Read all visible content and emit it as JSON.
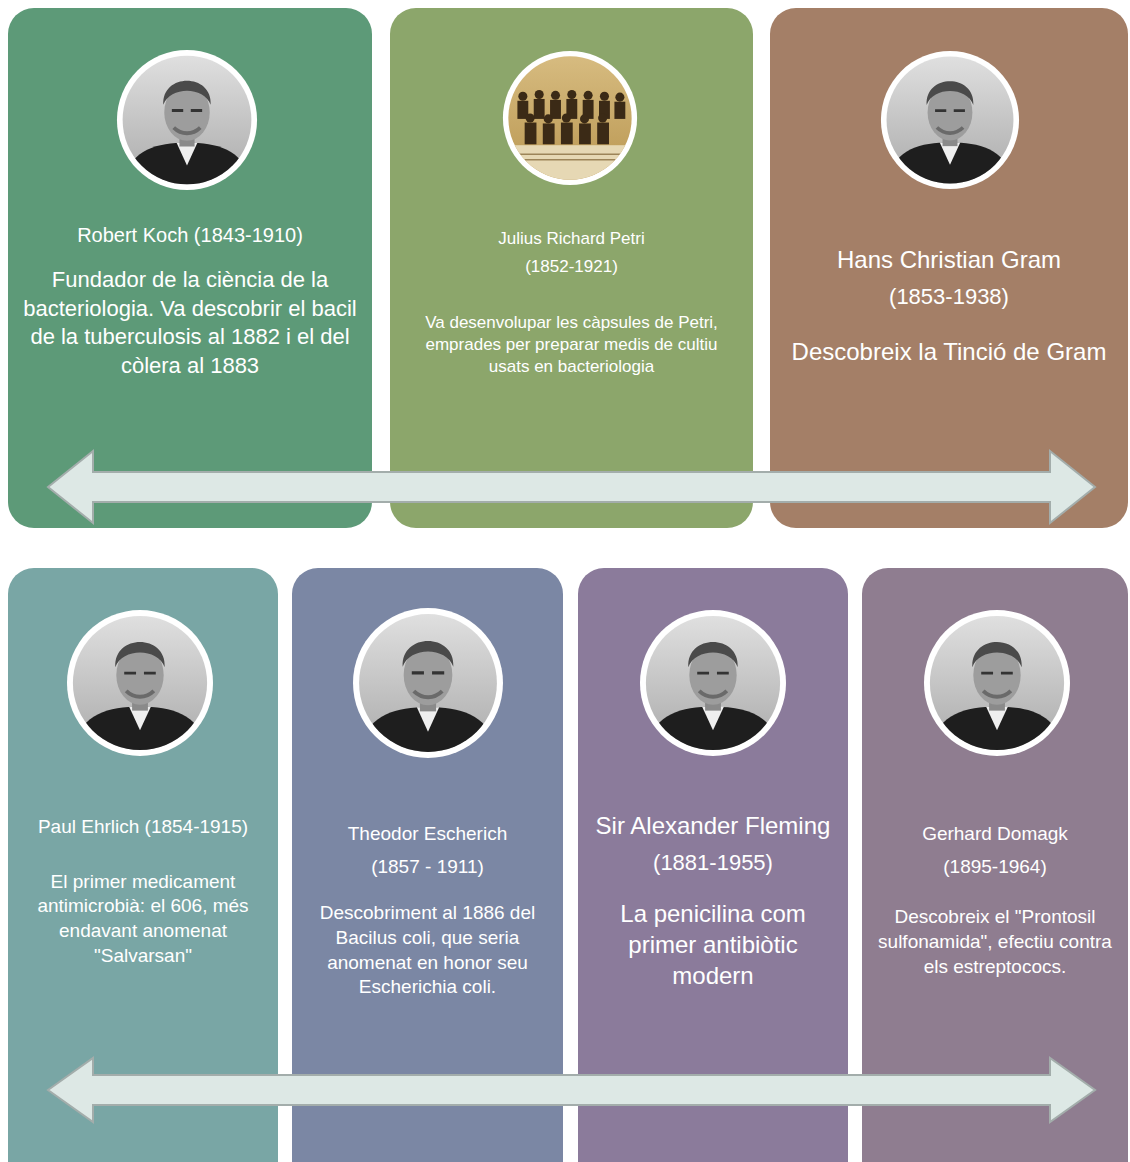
{
  "diagram": {
    "nodes": [
      {
        "text": [
          "Robert Koch (1843-1910)",
          "Fundador de la ciència de la bacteriologia. Va descobrir el bacil de la tuberculosis al 1882 i el del còlera al 1883"
        ]
      },
      {
        "text": [
          "Julius Richard Petri",
          "(1852-1921)",
          "Va desenvolupar les càpsules de Petri, emprades per preparar medis de cultiu usats en bacteriologia"
        ]
      },
      {
        "text": [
          "Hans Christian Gram",
          "(1853-1938)",
          "Descobreix la Tinció de Gram"
        ]
      },
      {
        "text": [
          "Paul Ehrlich (1854-1915)",
          "El primer medicament antimicrobià: el 606, més endavant anomenat \"Salvarsan\""
        ]
      },
      {
        "text": [
          "Theodor Escherich",
          "(1857 - 1911)",
          "Descobriment al 1886 del Bacilus coli, que seria anomenat en honor seu Escherichia coli."
        ]
      },
      {
        "text": [
          "Sir Alexander Fleming",
          "(1881-1955)",
          "La penicilina com primer antibiòtic modern"
        ]
      },
      {
        "text": [
          "Gerhard Domagk",
          "(1895-1964)",
          "Descobreix el \"Prontosil sulfonamida\", efectiu contra els estreptococs."
        ]
      }
    ]
  }
}
